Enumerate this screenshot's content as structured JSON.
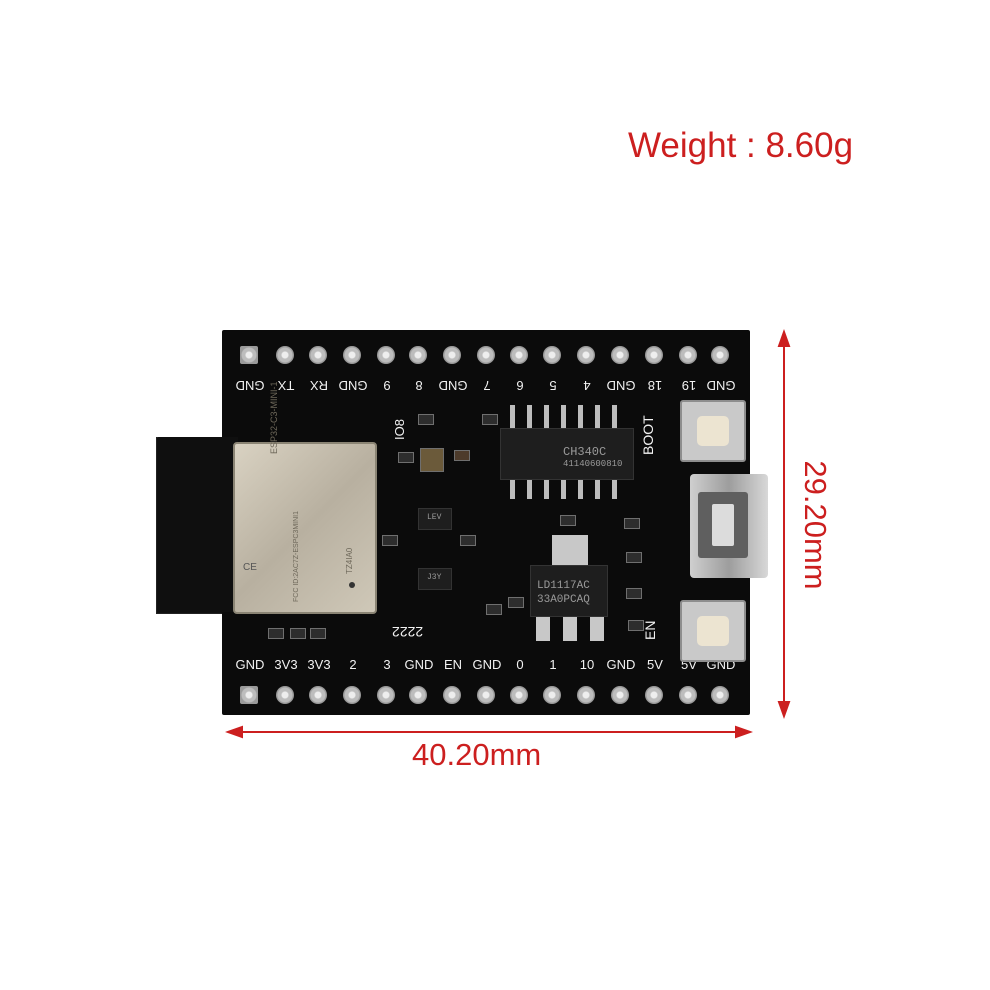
{
  "colors": {
    "red": "#cc1f1f",
    "board": "#0b0b0b"
  },
  "weight_label": "Weight : 8.60g",
  "width_label": "40.20mm",
  "height_label": "29.20mm",
  "board": {
    "top_pins": [
      "GND",
      "TX",
      "RX",
      "GND",
      "9",
      "8",
      "GND",
      "7",
      "6",
      "5",
      "4",
      "GND",
      "18",
      "19",
      "GND"
    ],
    "bottom_pins": [
      "GND",
      "3V3",
      "3V3",
      "2",
      "3",
      "GND",
      "EN",
      "GND",
      "0",
      "1",
      "10",
      "GND",
      "5V",
      "5V",
      "GND"
    ],
    "boot_label": "BOOT",
    "en_label": "EN",
    "io8_label": "IO8",
    "chip1": {
      "line1": "CH340C",
      "line2": "41140600810"
    },
    "chip2": {
      "line1": "LD1117AC",
      "line2": "33A0PCAQ"
    },
    "module_text": [
      "ESP32-C3-MINI-1",
      "CE",
      "FCC ID:2AC7Z-ESPC3MINI1",
      "TZ4IA0"
    ],
    "marking": "2222",
    "ic_small_1": "LEV",
    "ic_small_2": "J3Y"
  }
}
